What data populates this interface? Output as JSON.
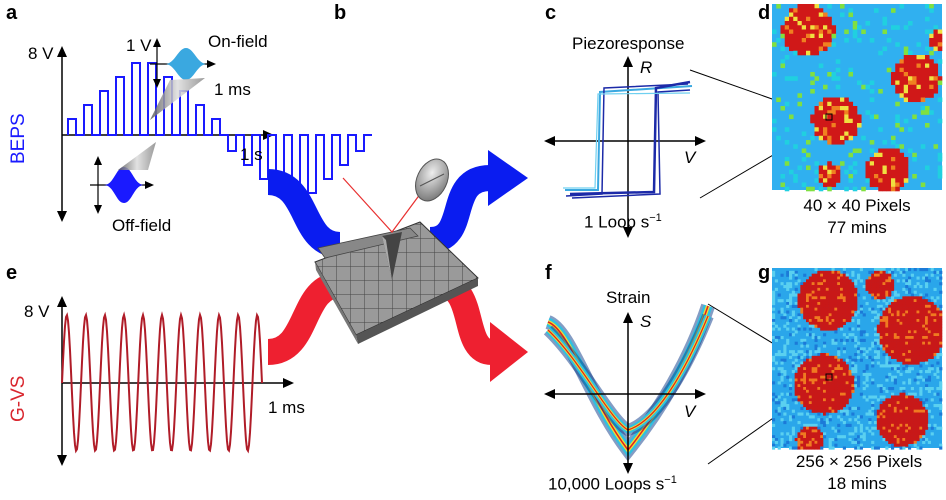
{
  "panels": {
    "a": {
      "letter": "a",
      "mode": "BEPS",
      "voltage": "8 V",
      "sub_voltage": "1 V",
      "on_field": "On-field",
      "time_small": "1 ms",
      "time": "1 s",
      "off_field": "Off-field"
    },
    "b": {
      "letter": "b"
    },
    "c": {
      "letter": "c",
      "title": "Piezoresponse",
      "yvar": "R",
      "xvar": "V",
      "rate": "1 Loop s",
      "rate_exp": "−1"
    },
    "d": {
      "letter": "d",
      "pixels": "40 × 40 Pixels",
      "time": "77 mins"
    },
    "e": {
      "letter": "e",
      "mode": "G-VS",
      "voltage": "8 V",
      "time": "1 ms"
    },
    "f": {
      "letter": "f",
      "title": "Strain",
      "yvar": "S",
      "xvar": "V",
      "rate": "10,000 Loops s",
      "rate_exp": "−1"
    },
    "g": {
      "letter": "g",
      "pixels": "256 × 256 Pixels",
      "time": "18 mins"
    }
  },
  "colors": {
    "beps": "#1a1aff",
    "gvs": "#d9262e",
    "waveform_red": "#b01c28",
    "loop_dark": "#1c2aa8",
    "loop_light": "#3aa8e0",
    "blue_arrow": "#0a1cf0",
    "red_arrow": "#ee2030",
    "on_field_fill": "#3aa8e0",
    "off_field_fill": "#1a1aff",
    "map_bg": "#30b0f0",
    "map_domain": "#d01818"
  }
}
